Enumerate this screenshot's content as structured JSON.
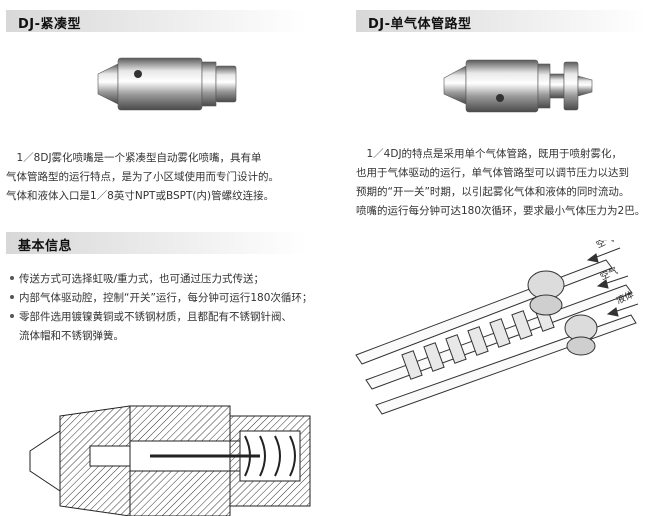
{
  "left_product": {
    "title": "DJ-紧凑型",
    "lines": [
      "　1／8DJ雾化喷嘴是一个紧凑型自动雾化喷嘴，具有单",
      "气体管路型的运行特点，是为了小区域使用而专门设计的。",
      "气体和液体入口是1／8英寸NPT或BSPT(内)管螺纹连接。"
    ]
  },
  "right_product": {
    "title": "DJ-单气体管路型",
    "lines": [
      "　1／4DJ的特点是采用单个气体管路，既用于喷射雾化，",
      "也用于气体驱动的运行，单气体管路型可以调节压力以达到",
      "预期的“开一关”时期，以引起雾化气体和液体的同时流动。",
      "喷嘴的运行每分钟可达180次循环，要求最小气体压力为2巴。"
    ]
  },
  "basic_info": {
    "title": "基本信息",
    "bullets": [
      "传送方式可选择虹吸/重力式，也可通过压力式传送；",
      "内部气体驱动腔，控制“开关”运行，每分钟可运行180次循环；",
      "零部件选用镀镍黄铜或不锈钢材质，且都配有不锈钢针阀、"
    ],
    "continuation": "流体帽和不锈钢弹簧。"
  },
  "diagram_labels": {
    "air_top": "空气",
    "air_mid": "空气",
    "liquid": "液体"
  }
}
